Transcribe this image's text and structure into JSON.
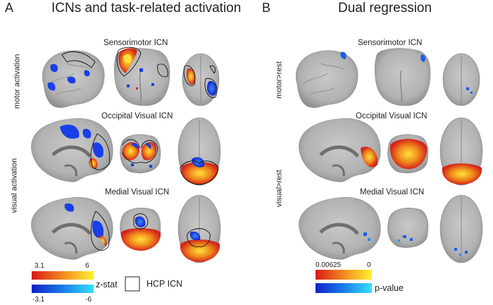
{
  "panel_a": {
    "letter": "A",
    "title": "ICNs and task-related activation",
    "rows": [
      {
        "title": "Sensorimotor ICN"
      },
      {
        "title": "Occipital Visual ICN"
      },
      {
        "title": "Medial Visual ICN"
      }
    ],
    "side_labels": {
      "motor": "motor activation",
      "visual": "visual activation"
    },
    "legend": {
      "pos_min": "3.1",
      "pos_max": "6",
      "neg_min": "-3.1",
      "neg_max": "-6",
      "stat_label": "z-stat",
      "outline_label": "HCP ICN"
    }
  },
  "panel_b": {
    "letter": "B",
    "title": "Dual regression",
    "rows": [
      {
        "title": "Sensorimotor ICN"
      },
      {
        "title": "Occipital Visual ICN"
      },
      {
        "title": "Medial Visual ICN"
      }
    ],
    "side_labels": {
      "motor": "motor>rest",
      "visual": "visual>rest"
    },
    "legend": {
      "min": "0.00625",
      "max": "0",
      "stat_label": "p-value"
    }
  },
  "colors": {
    "background": "#ffffff",
    "brain_gray": "#b5b5b5",
    "brain_dark": "#7c7c7c",
    "positive_low": "#e0201c",
    "positive_high": "#ffee33",
    "negative_low": "#1030d8",
    "negative_high": "#30d8f8",
    "outline": "#111111"
  }
}
